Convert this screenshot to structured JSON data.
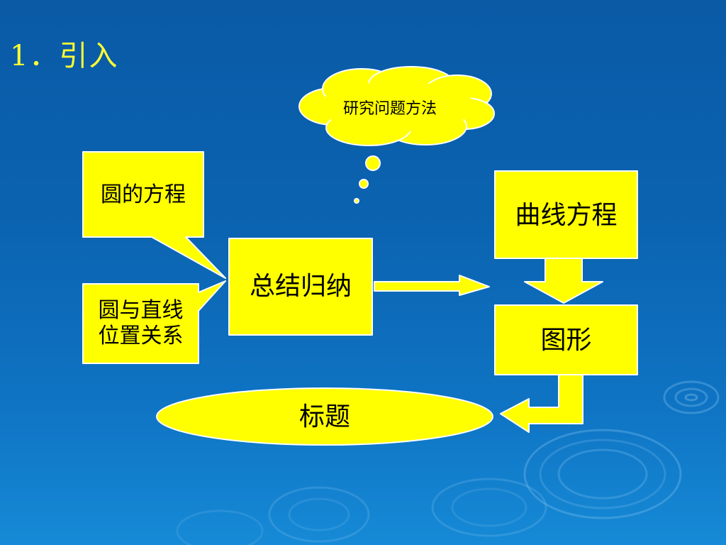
{
  "slide": {
    "title": "1．引入"
  },
  "diagram": {
    "thought_cloud": "研究问题方法",
    "callout_circle_equation": "圆的方程",
    "callout_circle_line_line1": "圆与直线",
    "callout_circle_line_line2": "位置关系",
    "summary_box": "总结归纳",
    "curve_equation_box": "曲线方程",
    "figure_box": "图形",
    "title_ellipse": "标题"
  },
  "colors": {
    "shape_fill": "#ffff00",
    "shape_stroke": "#ffffff",
    "title_text": "#ffff33",
    "background": "#0b63b0"
  }
}
